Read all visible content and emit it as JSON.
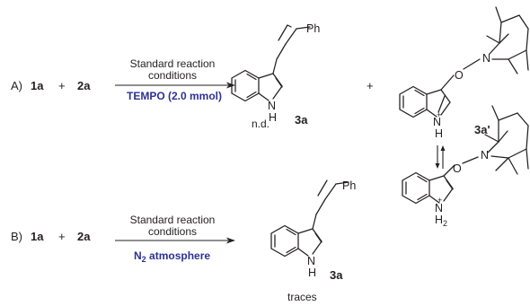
{
  "reaction_a": {
    "label": "A)",
    "reactant1": "1a",
    "plus1": "+",
    "reactant2": "2a",
    "conditions_line1": "Standard reaction",
    "conditions_line2": "conditions",
    "additive": "TEMPO (2.0 mmol)",
    "product_plus": "+",
    "product_label": "3a",
    "product_yield": "n.d.",
    "adduct_label": "3a'"
  },
  "reaction_b": {
    "label": "B)",
    "reactant1": "1a",
    "plus1": "+",
    "reactant2": "2a",
    "conditions_line1": "Standard reaction",
    "conditions_line2": "conditions",
    "atmosphere_main": "N",
    "atmosphere_sub": "2",
    "atmosphere_rest": " atmosphere",
    "product_label": "3a",
    "product_yield": "traces"
  },
  "atoms": {
    "ph": "Ph",
    "o": "O",
    "n": "N",
    "h": "H",
    "plus": "+",
    "h2_sub": "2"
  },
  "colors": {
    "text": "#231f20",
    "accent_blue": "#2e3192"
  }
}
